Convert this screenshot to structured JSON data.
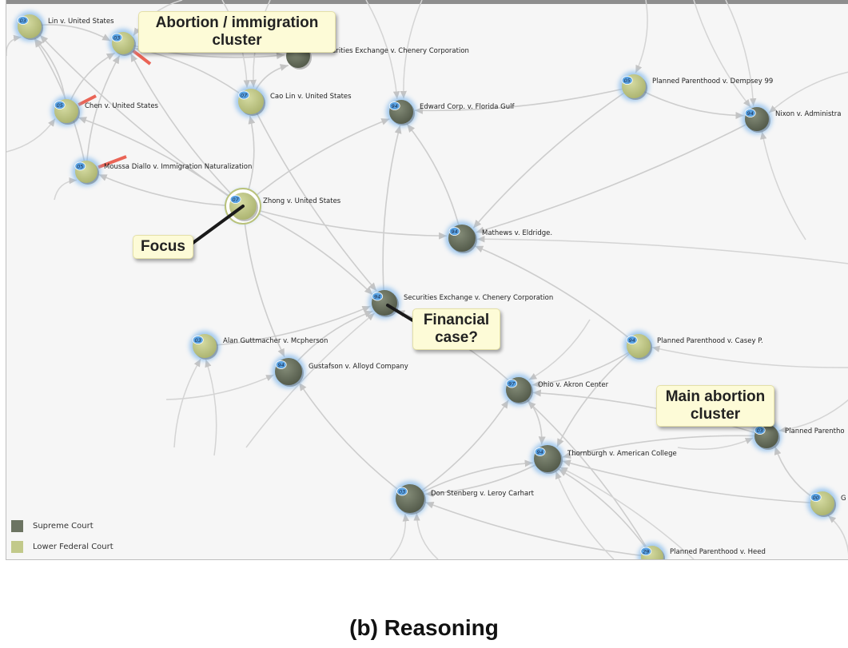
{
  "caption": "(b) Reasoning",
  "legend": [
    {
      "label": "Supreme Court",
      "color": "#6c7462"
    },
    {
      "label": "Lower Federal Court",
      "color": "#c2c98a"
    }
  ],
  "callouts": {
    "abortion_immigration": [
      "Abortion / immigration",
      "cluster"
    ],
    "focus": "Focus",
    "financial": [
      "Financial",
      "case?"
    ],
    "main_abortion": [
      "Main abortion",
      "cluster"
    ]
  },
  "colors": {
    "supreme": "#6c7462",
    "lower": "#c2c98a",
    "halo": "#7fb6ea",
    "badge": "#5aa3e3",
    "edge": "#cfcfcf",
    "red_edge": "#e84a3a"
  },
  "nodes": [
    {
      "id": "lin",
      "label": "Lin v. United States",
      "badge": "03",
      "court": "lower"
    },
    {
      "id": "abimm",
      "label": "",
      "badge": "03",
      "court": "lower"
    },
    {
      "id": "sec1",
      "label": "urities Exchange v. Chenery Corporation",
      "badge": "",
      "court": "supreme"
    },
    {
      "id": "chen",
      "label": "Chen v. United States",
      "badge": "05",
      "court": "lower"
    },
    {
      "id": "cao",
      "label": "Cao Lin v. United States",
      "badge": "07",
      "court": "lower"
    },
    {
      "id": "edward",
      "label": "Edward Corp. v. Florida Gulf",
      "badge": "94",
      "court": "supreme"
    },
    {
      "id": "ppd",
      "label": "Planned Parenthood v. Dempsey 99",
      "badge": "05",
      "court": "lower"
    },
    {
      "id": "nixon",
      "label": "Nixon v. Administra",
      "badge": "94",
      "court": "supreme"
    },
    {
      "id": "moussa",
      "label": "Moussa Diallo v. Immigration Naturalization",
      "badge": "05",
      "court": "lower"
    },
    {
      "id": "zhong",
      "label": "Zhong v. United States",
      "badge": "07",
      "court": "lower"
    },
    {
      "id": "mathews",
      "label": "Mathews v. Eldridge.",
      "badge": "94",
      "court": "supreme"
    },
    {
      "id": "sec2",
      "label": "Securities Exchange v. Chenery Corporation",
      "badge": "94",
      "court": "supreme"
    },
    {
      "id": "alan",
      "label": "Alan Guttmacher v. Mcpherson",
      "badge": "03",
      "court": "lower"
    },
    {
      "id": "gustafson",
      "label": "Gustafson v. Alloyd Company",
      "badge": "94",
      "court": "supreme"
    },
    {
      "id": "ppcasey",
      "label": "Planned Parenthood v. Casey P.",
      "badge": "94",
      "court": "lower"
    },
    {
      "id": "ohio",
      "label": "Ohio v. Akron Center",
      "badge": "97",
      "court": "supreme"
    },
    {
      "id": "thornburgh",
      "label": "Thornburgh v. American College",
      "badge": "94",
      "court": "supreme"
    },
    {
      "id": "ppright",
      "label": "Planned Parentho",
      "badge": "03",
      "court": "supreme"
    },
    {
      "id": "stenberg",
      "label": "Don Stenberg v. Leroy Carhart",
      "badge": "03",
      "court": "supreme"
    },
    {
      "id": "g",
      "label": "G",
      "badge": "00",
      "court": "lower"
    },
    {
      "id": "ppheed",
      "label": "Planned Parenthood v. Heed",
      "badge": "29",
      "court": "lower"
    }
  ]
}
